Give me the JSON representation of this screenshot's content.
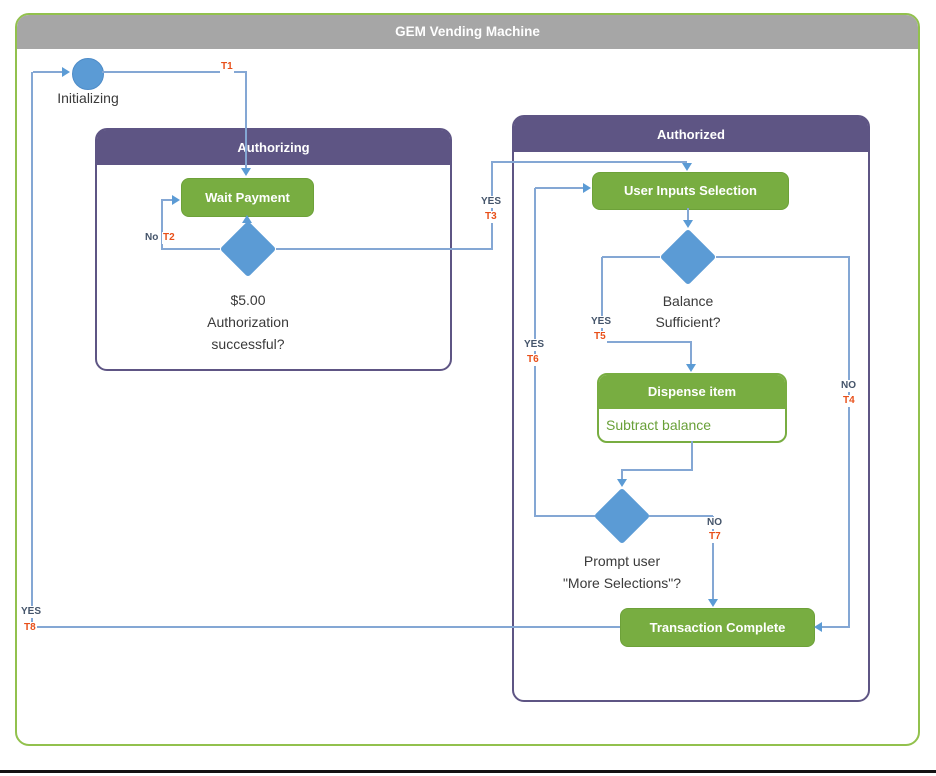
{
  "window": {
    "title": "GEM Vending Machine"
  },
  "states": {
    "initializing": "Initializing",
    "authorizing": {
      "title": "Authorizing",
      "wait_payment": "Wait Payment",
      "decision": [
        "$5.00",
        "Authorization",
        "successful?"
      ]
    },
    "authorized": {
      "title": "Authorized",
      "user_inputs_selection": "User Inputs Selection",
      "balance_decision": [
        "Balance",
        "Sufficient?"
      ],
      "dispense_item": "Dispense item",
      "dispense_action": "Subtract balance",
      "prompt_decision": [
        "Prompt user",
        "\"More Selections\"?"
      ],
      "transaction_complete": "Transaction Complete"
    }
  },
  "transitions": {
    "t1": {
      "id": "T1"
    },
    "t2": {
      "guard": "No",
      "id": "T2"
    },
    "t3": {
      "guard": "YES",
      "id": "T3"
    },
    "t4": {
      "guard": "NO",
      "id": "T4"
    },
    "t5": {
      "guard": "YES",
      "id": "T5"
    },
    "t6": {
      "guard": "YES",
      "id": "T6"
    },
    "t7": {
      "guard": "NO",
      "id": "T7"
    },
    "t8": {
      "guard": "YES",
      "id": "T8"
    }
  },
  "colors": {
    "state_green": "#78AD41",
    "composite_purple": "#5E5584",
    "title_bar_gray": "#A6A6A6",
    "shape_blue": "#5B9BD5",
    "connector_blue": "#84A7D4",
    "guard_text": "#44546A",
    "transition_text": "#E8501A",
    "outer_border_green": "#92C14D"
  }
}
